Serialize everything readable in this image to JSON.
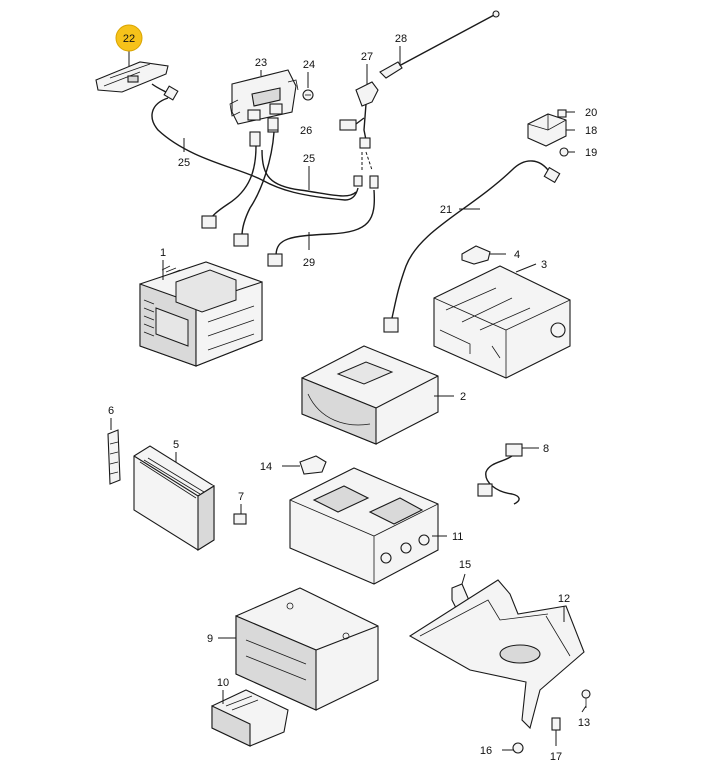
{
  "callouts": {
    "c1": "1",
    "c2": "2",
    "c3": "3",
    "c4": "4",
    "c5": "5",
    "c6": "6",
    "c7": "7",
    "c8": "8",
    "c9": "9",
    "c10": "10",
    "c11": "11",
    "c12": "12",
    "c13": "13",
    "c14": "14",
    "c15": "15",
    "c16": "16",
    "c17": "17",
    "c18": "18",
    "c19": "19",
    "c20": "20",
    "c21": "21",
    "c22": "22",
    "c23": "23",
    "c24": "24",
    "c25a": "25",
    "c25b": "25",
    "c26": "26",
    "c27": "27",
    "c28": "28",
    "c29": "29"
  },
  "highlight": {
    "part": "22",
    "color": "#f6c21a"
  }
}
